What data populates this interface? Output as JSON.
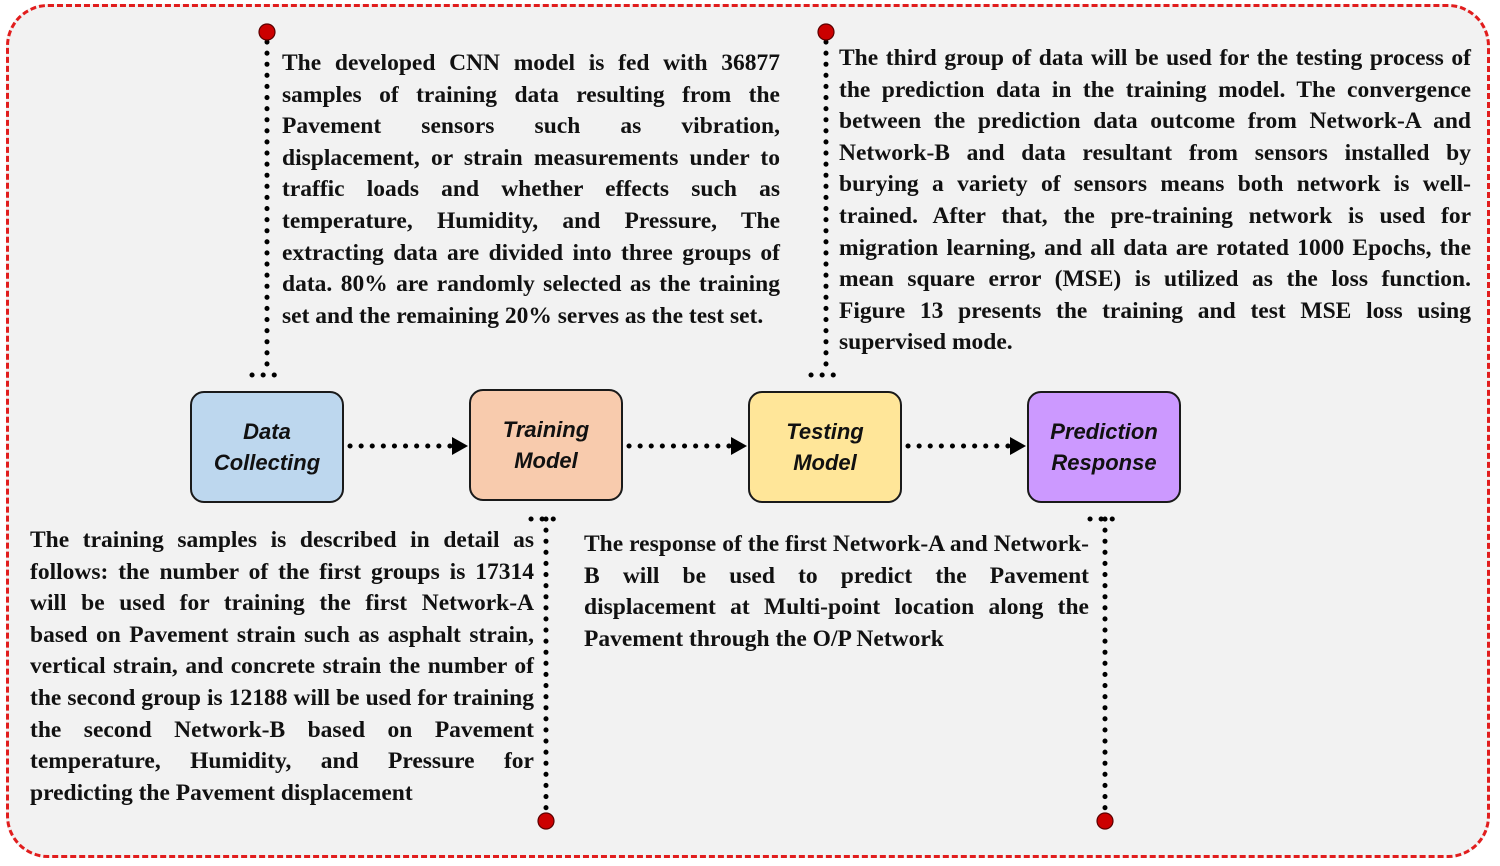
{
  "colors": {
    "border": "#e11d1d",
    "background": "#f2f2f2",
    "dot": "#cc0000",
    "dots_line": "#000000",
    "data_collecting": "#bdd7ee",
    "training_model": "#f8cbad",
    "testing_model": "#ffe699",
    "prediction_response": "#cc99ff"
  },
  "boxes": {
    "data_collecting": {
      "line1": "Data",
      "line2": "Collecting"
    },
    "training_model": {
      "line1": "Training",
      "line2": "Model"
    },
    "testing_model": {
      "line1": "Testing",
      "line2": "Model"
    },
    "prediction_response": {
      "line1": "Prediction",
      "line2": "Response"
    }
  },
  "texts": {
    "training_data": "The developed CNN model is fed with 36877 samples of training data resulting from the Pavement sensors such as vibration, displacement, or strain measurements under to traffic loads and whether effects such as temperature, Humidity, and Pressure, The extracting data are divided into three groups of data. 80% are randomly selected as the training set and the remaining 20% serves as the test set.",
    "testing_data": "The third group of data will be used for the testing process of the prediction data in the training model. The convergence between the prediction data outcome from Network-A and Network-B and data resultant from sensors installed by burying a variety of sensors means both network is well-trained. After that, the pre-training network is used for migration learning, and all data are rotated 1000 Epochs, the mean square error (MSE) is utilized as the loss function. Figure 13 presents the training and test MSE loss using supervised mode.",
    "training_samples": "The training samples is described in detail as follows: the number of the first groups is 17314 will be used for training the first Network-A based on Pavement strain such as asphalt strain, vertical strain, and concrete strain  the number of the second group is 12188 will be used for training the second Network-B based on Pavement temperature, Humidity, and Pressure for predicting the Pavement displacement",
    "response": "The response of the first Network-A and Network-B will be used to predict the Pavement displacement at Multi-point location along the Pavement through the O/P Network"
  }
}
